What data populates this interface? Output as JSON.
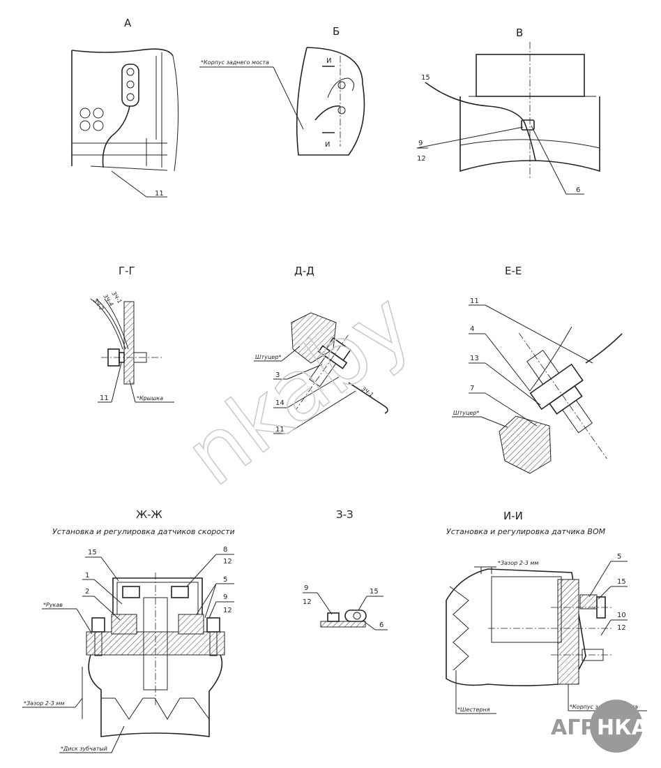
{
  "views": {
    "a": {
      "title": "А",
      "parts": [
        "11"
      ]
    },
    "b": {
      "title": "Б",
      "section_mark": "И",
      "note": "*Корпус заднего моста"
    },
    "v": {
      "title": "В",
      "parts": [
        "15",
        "9",
        "12",
        "6"
      ]
    },
    "g": {
      "title": "Г-Г",
      "parts": [
        "11"
      ],
      "note": "*Крышка",
      "wires": [
        "3Ч-2",
        "3Ч-4",
        "3Ч-1"
      ]
    },
    "d": {
      "title": "Д-Д",
      "parts": [
        "3",
        "14",
        "11"
      ],
      "note": "Штуцер*",
      "wire": "3Ч-1"
    },
    "e": {
      "title": "Е-Е",
      "parts": [
        "11",
        "4",
        "13",
        "7"
      ],
      "note": "Штуцер*"
    },
    "zh": {
      "title": "Ж-Ж",
      "subtitle": "Установка и регулировка датчиков скорости",
      "parts": [
        "15",
        "1",
        "2",
        "8",
        "12",
        "5",
        "9",
        "12"
      ],
      "notes": [
        "*Рукав",
        "*Зазор 2-3 мм",
        "*Диск зубчатый"
      ]
    },
    "z": {
      "title": "З-З",
      "parts": [
        "9",
        "12",
        "15",
        "6"
      ]
    },
    "i": {
      "title": "И-И",
      "subtitle": "Установка и регулировка датчика ВОМ",
      "parts": [
        "5",
        "15",
        "10",
        "12"
      ],
      "notes": [
        "*Зазор 2-3 мм",
        "*Шестерня",
        "*Корпус заднего моста"
      ]
    }
  },
  "watermark": "nkaby",
  "logo": {
    "left": "АГРО",
    "right": "НКА"
  }
}
